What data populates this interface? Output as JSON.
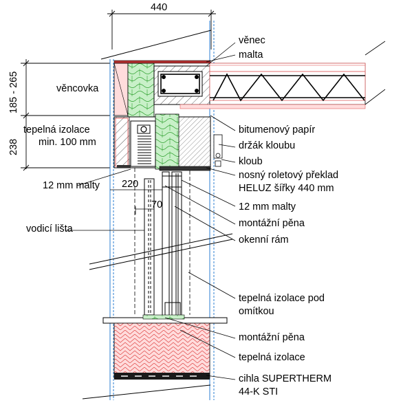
{
  "dimensions": {
    "width_top": "440",
    "height_upper": "185 - 265",
    "height_lower": "238",
    "depth_220": "220",
    "depth_70": "70"
  },
  "labels_left": {
    "vencovka": "věncovka",
    "tepelna_izolace_1": "tepelná izolace",
    "tepelna_izolace_2": "min. 100 mm",
    "malty_12": "12 mm malty",
    "vodici_lista": "vodicí lišta"
  },
  "labels_right": {
    "venec": "věnec",
    "malta": "malta",
    "bitumenovy_papir": "bitumenový papír",
    "drzak_kloubu": "držák kloubu",
    "kloub": "kloub",
    "preklad_1": "nosný roletový překlad",
    "preklad_2": "HELUZ šířky 440 mm",
    "malty_12": "12 mm malty",
    "montazni_pena_1": "montážní pěna",
    "okenni_ram": "okenní rám",
    "izolace_pod_omitkou_1": "tepelná izolace pod",
    "izolace_pod_omitkou_2": "omítkou",
    "montazni_pena_2": "montážní pěna",
    "tepelna_izolace": "tepelná izolace",
    "cihla_1": "cihla SUPERTHERM",
    "cihla_2": "44-K STI"
  },
  "colors": {
    "insulation_green": "#c8f0c8",
    "insulation_line": "#2da02d",
    "brick_red": "#ffd8d8",
    "brick_line": "#e05050",
    "ceiling_red": "#e06060",
    "plaster_blue": "#2a7dd0"
  }
}
